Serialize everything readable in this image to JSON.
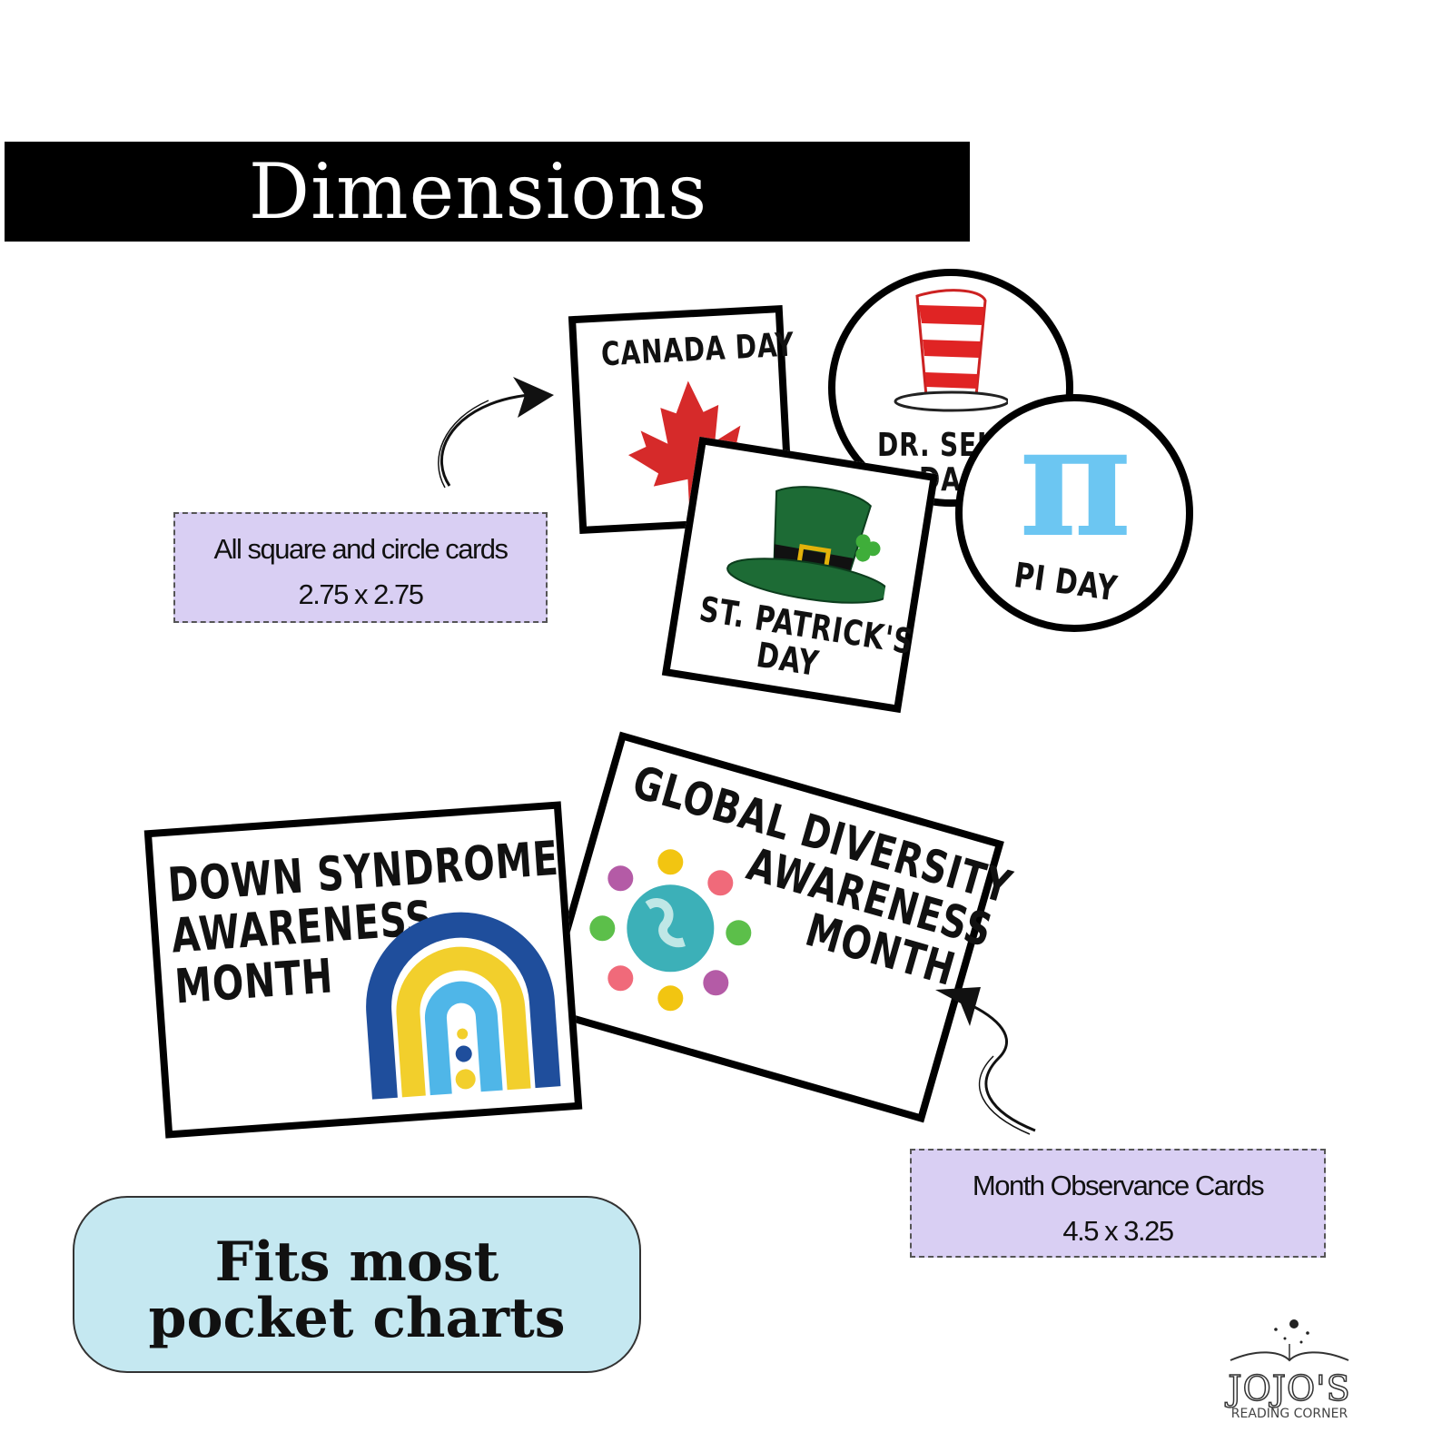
{
  "banner": {
    "title": "Dimensions"
  },
  "square_circle_spec": {
    "line1": "All square and circle cards",
    "line2": "2.75 x 2.75"
  },
  "month_spec": {
    "line1": "Month Observance Cards",
    "line2": "4.5 x 3.25"
  },
  "cards": {
    "canada": {
      "title": "CANADA DAY"
    },
    "st_patrick": {
      "line1": "ST. PATRICK'S",
      "line2": "DAY"
    },
    "dr_seuss": {
      "line1": "DR. SEU",
      "line2": "DA"
    },
    "pi": {
      "symbol": "π",
      "title": "PI DAY"
    },
    "down_syndrome": {
      "line1": "DOWN SYNDROME",
      "line2": "AWARENESS",
      "line3": "MONTH"
    },
    "global_diversity": {
      "line1": "GLOBAL DIVERSITY",
      "line2": "AWARENESS",
      "line3": "MONTH"
    }
  },
  "pill": {
    "line1": "Fits most",
    "line2": "pocket charts"
  },
  "logo": {
    "main": "JOJO'S",
    "sub": "READING CORNER"
  },
  "colors": {
    "spec_fill": "#d9cff3",
    "pill_fill": "#c5e8f1",
    "maple_red": "#d62a2a",
    "hat_green": "#1d6b35",
    "pi_blue": "#6cc6f2",
    "rainbow_blue": "#1f4e9c",
    "rainbow_yellow": "#f2cf2c",
    "rainbow_light": "#4fb6e8"
  }
}
